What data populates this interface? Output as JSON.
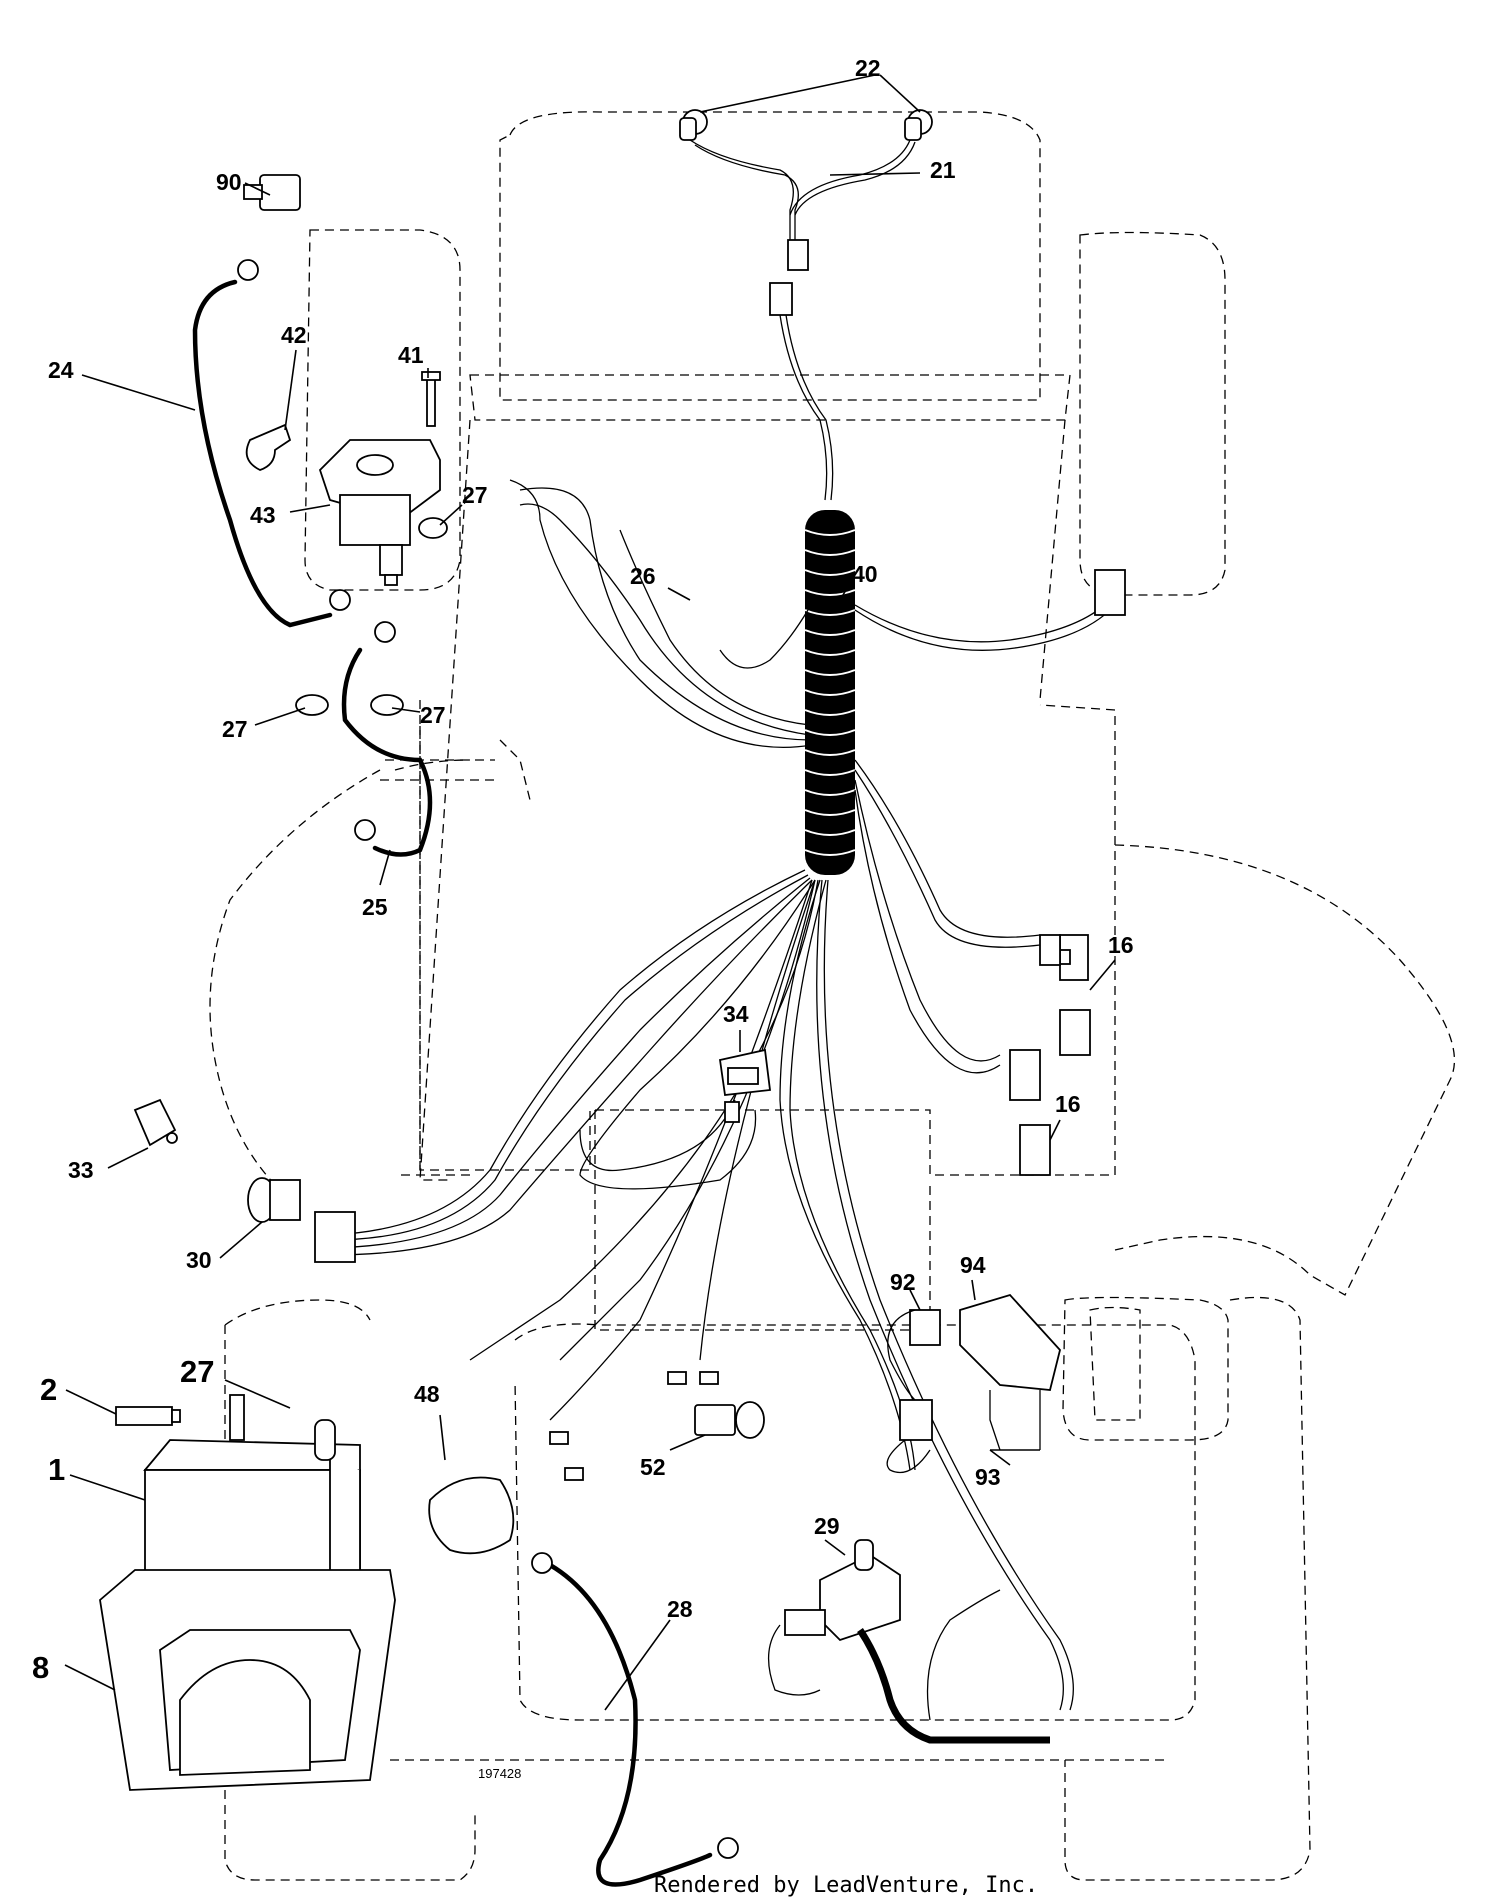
{
  "diagram": {
    "drawing_number": "197428",
    "footer": "Rendered by LeadVenture, Inc."
  },
  "callouts": [
    {
      "id": "22",
      "label": "22"
    },
    {
      "id": "21",
      "label": "21"
    },
    {
      "id": "90",
      "label": "90"
    },
    {
      "id": "24",
      "label": "24"
    },
    {
      "id": "42",
      "label": "42"
    },
    {
      "id": "41",
      "label": "41"
    },
    {
      "id": "43",
      "label": "43"
    },
    {
      "id": "27a",
      "label": "27"
    },
    {
      "id": "26",
      "label": "26"
    },
    {
      "id": "40",
      "label": "40"
    },
    {
      "id": "27b",
      "label": "27"
    },
    {
      "id": "27c",
      "label": "27"
    },
    {
      "id": "25",
      "label": "25"
    },
    {
      "id": "16a",
      "label": "16"
    },
    {
      "id": "34",
      "label": "34"
    },
    {
      "id": "16b",
      "label": "16"
    },
    {
      "id": "33",
      "label": "33"
    },
    {
      "id": "30",
      "label": "30"
    },
    {
      "id": "92",
      "label": "92"
    },
    {
      "id": "94",
      "label": "94"
    },
    {
      "id": "2",
      "label": "2"
    },
    {
      "id": "27d",
      "label": "27"
    },
    {
      "id": "48",
      "label": "48"
    },
    {
      "id": "1",
      "label": "1"
    },
    {
      "id": "52",
      "label": "52"
    },
    {
      "id": "93",
      "label": "93"
    },
    {
      "id": "29",
      "label": "29"
    },
    {
      "id": "28",
      "label": "28"
    },
    {
      "id": "8",
      "label": "8"
    }
  ]
}
